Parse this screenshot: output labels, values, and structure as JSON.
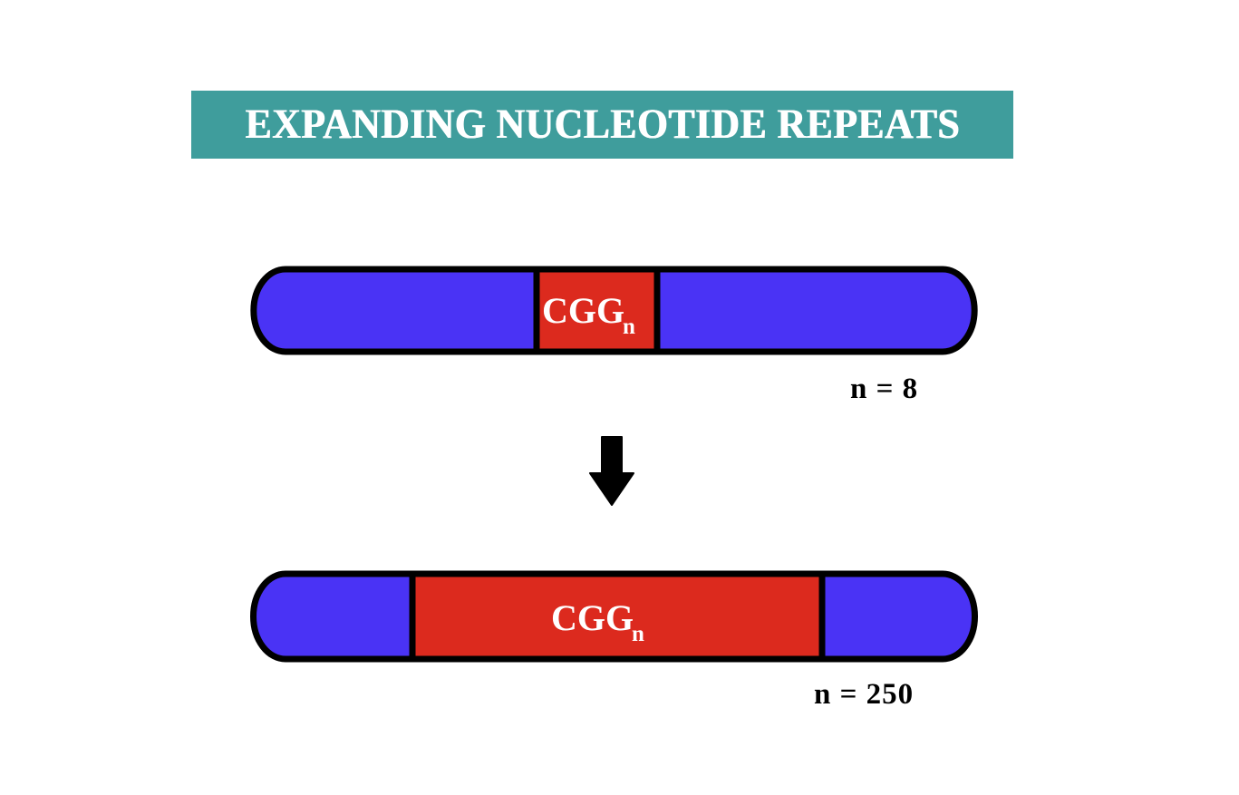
{
  "banner": {
    "title": "EXPANDING NUCLEOTIDE REPEATS",
    "background_color": "#3f9d9c",
    "text_color": "#ffffff"
  },
  "colors": {
    "flank_blue": "#4a33f5",
    "repeat_red": "#dc2a1e",
    "outline_black": "#000000",
    "background_white": "#ffffff",
    "teal_accent": "#3f9d9c"
  },
  "diagram": {
    "type": "schematic",
    "subject": "trinucleotide repeat expansion",
    "repeat_unit": "CGG",
    "repeat_subscript": "n",
    "strands": [
      {
        "id": "normal-allele",
        "state": "before-expansion",
        "repeat_label_main": "CGG",
        "repeat_label_sub": "n",
        "count_label": "n = 8",
        "repeat_count": 8,
        "segments": [
          {
            "name": "left-flank",
            "color": "#4a33f5",
            "kind": "flank"
          },
          {
            "name": "repeat-tract",
            "color": "#dc2a1e",
            "kind": "repeat"
          },
          {
            "name": "right-flank",
            "color": "#4a33f5",
            "kind": "flank"
          }
        ]
      },
      {
        "id": "expanded-allele",
        "state": "after-expansion",
        "repeat_label_main": "CGG",
        "repeat_label_sub": "n",
        "count_label": "n = 250",
        "repeat_count": 250,
        "segments": [
          {
            "name": "left-flank",
            "color": "#4a33f5",
            "kind": "flank"
          },
          {
            "name": "repeat-tract",
            "color": "#dc2a1e",
            "kind": "repeat"
          },
          {
            "name": "right-flank",
            "color": "#4a33f5",
            "kind": "flank"
          }
        ]
      }
    ],
    "arrow": {
      "name": "downward-arrow",
      "direction": "down",
      "color": "#000000"
    }
  }
}
